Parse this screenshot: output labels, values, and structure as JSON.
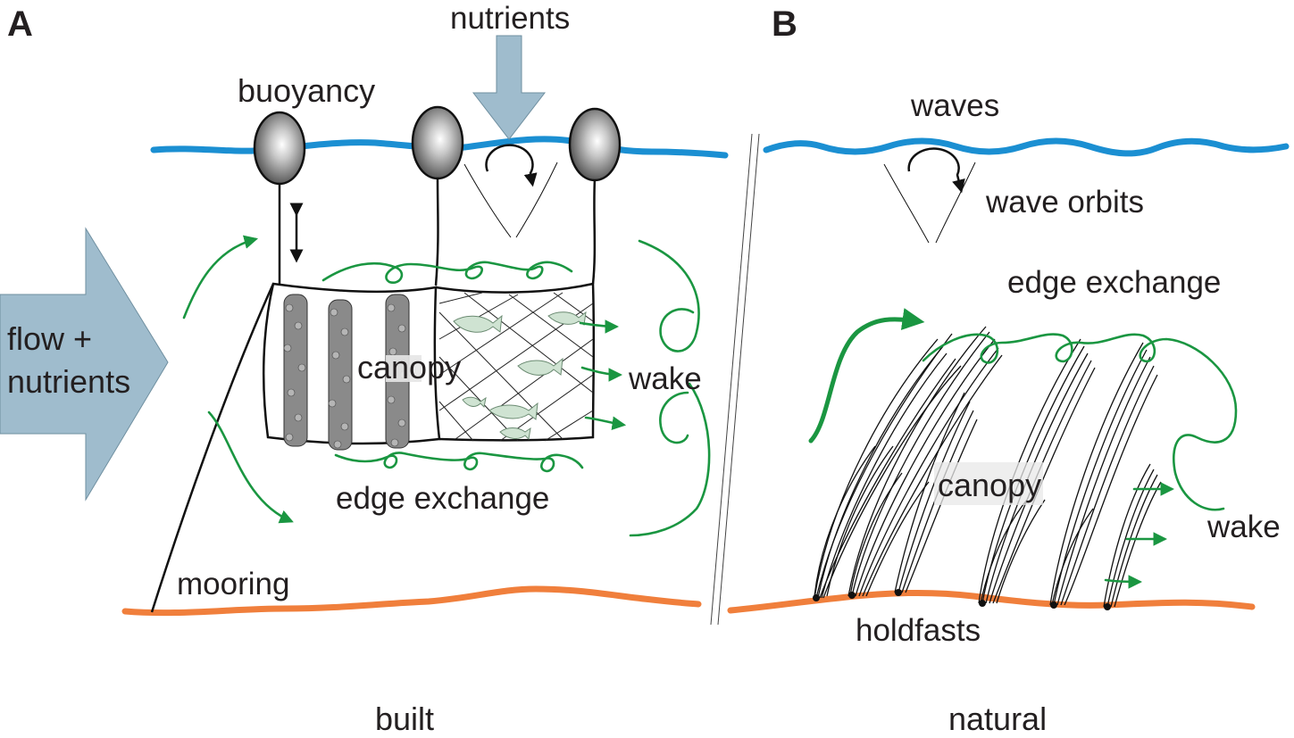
{
  "panels": {
    "a": {
      "letter": "A",
      "labels": {
        "nutrients_top": "nutrients",
        "buoyancy": "buoyancy",
        "flow_line1": "flow +",
        "flow_line2": "nutrients",
        "canopy": "canopy",
        "wake": "wake",
        "edge_exchange": "edge exchange",
        "mooring": "mooring",
        "caption": "built"
      }
    },
    "b": {
      "letter": "B",
      "labels": {
        "waves": "waves",
        "wave_orbits": "wave orbits",
        "edge_exchange": "edge exchange",
        "canopy": "canopy",
        "wake": "wake",
        "holdfasts": "holdfasts",
        "caption": "natural"
      }
    }
  },
  "colors": {
    "sea_surface": "#1b8fd2",
    "seafloor": "#f07f3c",
    "flow_arrows": "#1a9641",
    "big_arrows": "#9fbccd",
    "fish": "#cfe3d2",
    "text": "#231f20"
  }
}
